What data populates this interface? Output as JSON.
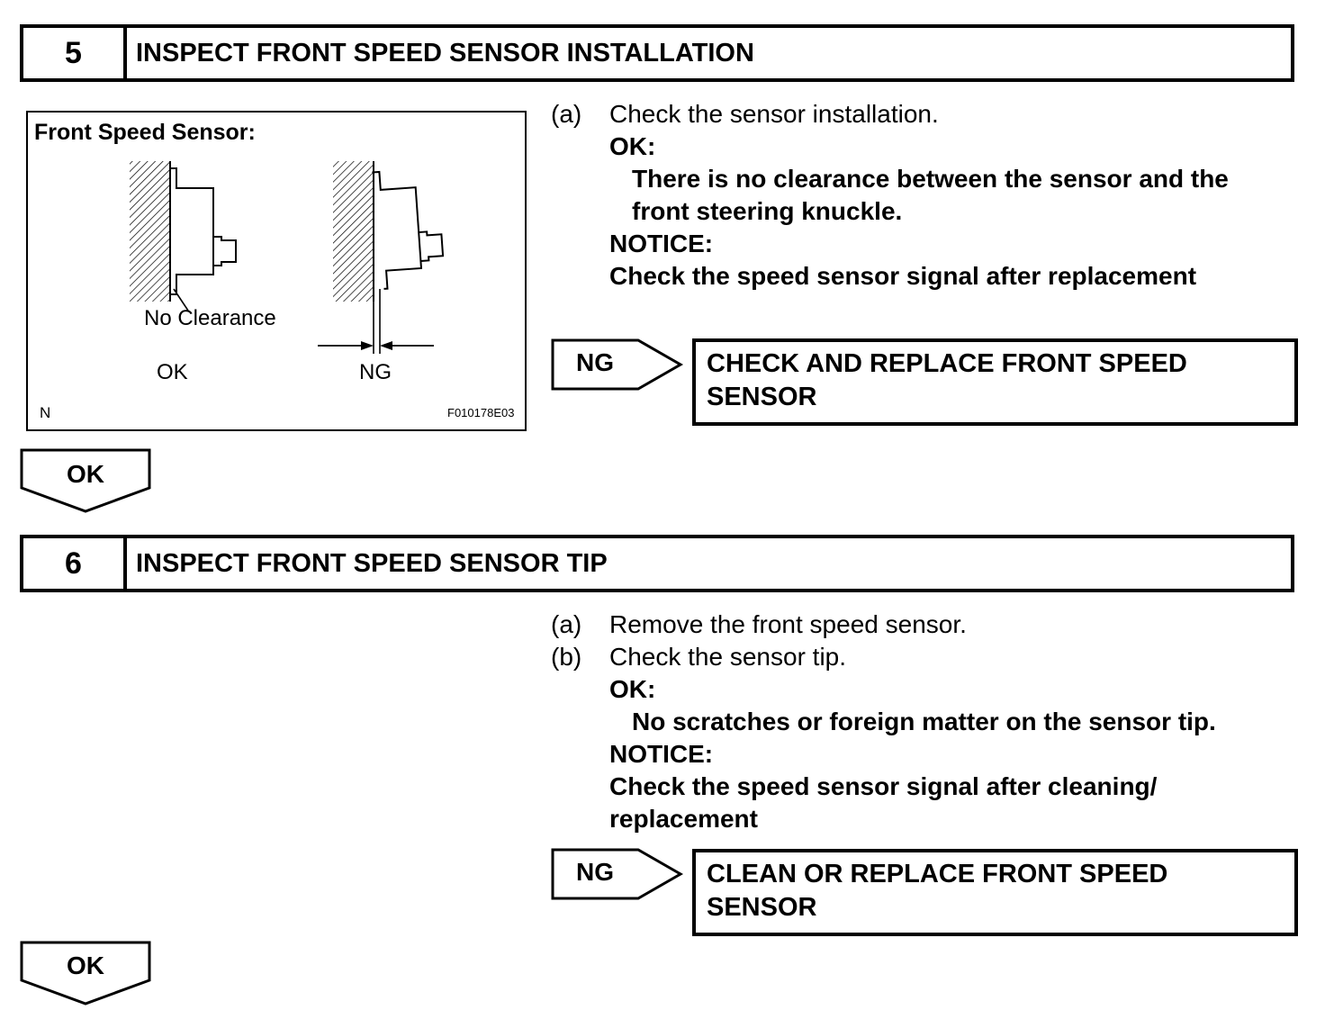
{
  "step5": {
    "number": "5",
    "title": "INSPECT FRONT SPEED SENSOR INSTALLATION",
    "figure": {
      "caption": "Front Speed Sensor:",
      "no_clearance": "No Clearance",
      "ok_label": "OK",
      "ng_label": "NG",
      "corner_mark": "N",
      "code": "F010178E03"
    },
    "lines": [
      {
        "marker": "(a)",
        "text": "Check the sensor installation."
      },
      {
        "text": "OK:"
      },
      {
        "text": "There is no clearance between the sensor and the"
      },
      {
        "text": "front steering knuckle."
      },
      {
        "text": "NOTICE:"
      },
      {
        "text": "Check the speed sensor signal after replacement"
      }
    ],
    "ng_label": "NG",
    "ng_result": [
      "CHECK AND REPLACE FRONT SPEED",
      "SENSOR"
    ],
    "ok_label": "OK"
  },
  "step6": {
    "number": "6",
    "title": "INSPECT FRONT SPEED SENSOR TIP",
    "lines": [
      {
        "marker": "(a)",
        "text": "Remove the front speed sensor."
      },
      {
        "marker": "(b)",
        "text": "Check the sensor tip."
      },
      {
        "text": "OK:"
      },
      {
        "text": "No scratches or foreign matter on the sensor tip."
      },
      {
        "text": "NOTICE:"
      },
      {
        "text": "Check the speed sensor signal after cleaning/"
      },
      {
        "text": "replacement"
      }
    ],
    "ng_label": "NG",
    "ng_result": [
      "CLEAN OR REPLACE FRONT SPEED",
      "SENSOR"
    ],
    "ok_label": "OK"
  }
}
